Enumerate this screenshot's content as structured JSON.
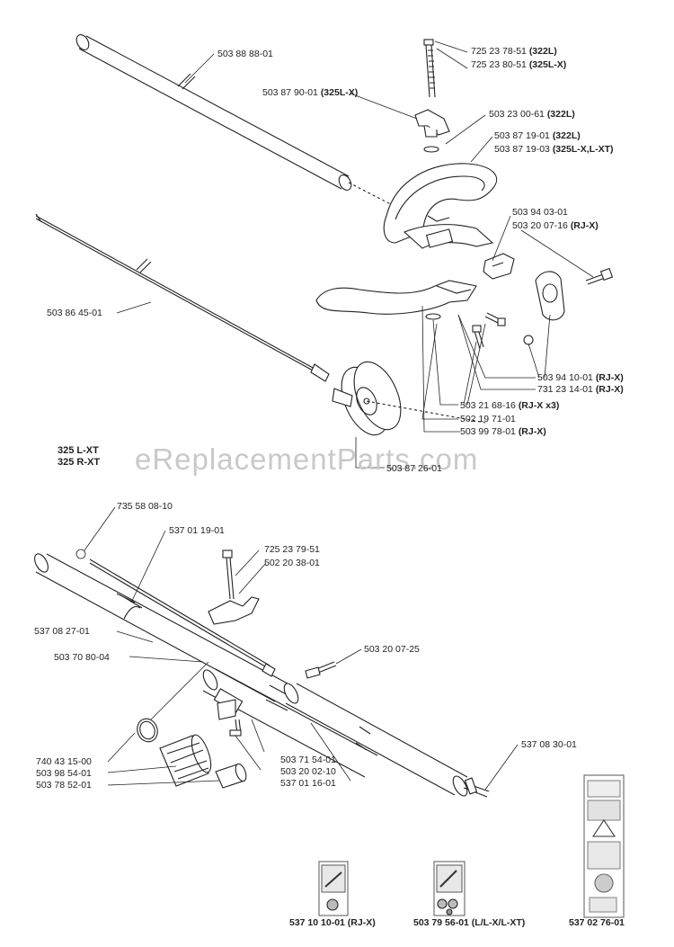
{
  "watermark": "eReplacementParts.com",
  "models": [
    "325 L-XT",
    "325 R-XT"
  ],
  "labels": {
    "p1": {
      "num": "503 88 88-01",
      "tag": ""
    },
    "p2a": {
      "num": "725 23 78-51",
      "tag": "(322L)"
    },
    "p2b": {
      "num": "725 23 80-51",
      "tag": "(325L-X)"
    },
    "p3": {
      "num": "503 87 90-01",
      "tag": "(325L-X)"
    },
    "p4": {
      "num": "503 23 00-61",
      "tag": "(322L)"
    },
    "p5a": {
      "num": "503 87 19-01",
      "tag": "(322L)"
    },
    "p5b": {
      "num": "503 87 19-03",
      "tag": "(325L-X,L-XT)"
    },
    "p6a": {
      "num": "503 94 03-01",
      "tag": ""
    },
    "p6b": {
      "num": "503 20 07-16",
      "tag": "(RJ-X)"
    },
    "p7": {
      "num": "503 86 45-01",
      "tag": ""
    },
    "p8a": {
      "num": "503 94 10-01",
      "tag": "(RJ-X)"
    },
    "p8b": {
      "num": "731 23 14-01",
      "tag": "(RJ-X)"
    },
    "p9": {
      "num": "503 21 68-16",
      "tag": "(RJ-X x3)"
    },
    "p10": {
      "num": "502 19 71-01",
      "tag": ""
    },
    "p11": {
      "num": "503 99 78-01",
      "tag": "(RJ-X)"
    },
    "p12": {
      "num": "503 87 26-01",
      "tag": ""
    },
    "p13": {
      "num": "735 58 08-10",
      "tag": ""
    },
    "p14": {
      "num": "537 01 19-01",
      "tag": ""
    },
    "p15": {
      "num": "725 23 79-51",
      "tag": ""
    },
    "p16": {
      "num": "502 20 38-01",
      "tag": ""
    },
    "p17": {
      "num": "537 08 27-01",
      "tag": ""
    },
    "p18": {
      "num": "503 20 07-25",
      "tag": ""
    },
    "p19": {
      "num": "503 70 80-04",
      "tag": ""
    },
    "p20": {
      "num": "537 08 30-01",
      "tag": ""
    },
    "p21": {
      "num": "740 43 15-00",
      "tag": ""
    },
    "p22": {
      "num": "503 98 54-01",
      "tag": ""
    },
    "p23": {
      "num": "503 78 52-01",
      "tag": ""
    },
    "p24": {
      "num": "503 71 54-01",
      "tag": ""
    },
    "p25": {
      "num": "503 20 02-10",
      "tag": ""
    },
    "p26": {
      "num": "537 01 16-01",
      "tag": ""
    }
  },
  "kits": {
    "k1": "537 10 10-01 (RJ-X)",
    "k2": "503 79 56-01 (L/L-X/L-XT)",
    "k3": "537 02 76-01"
  }
}
